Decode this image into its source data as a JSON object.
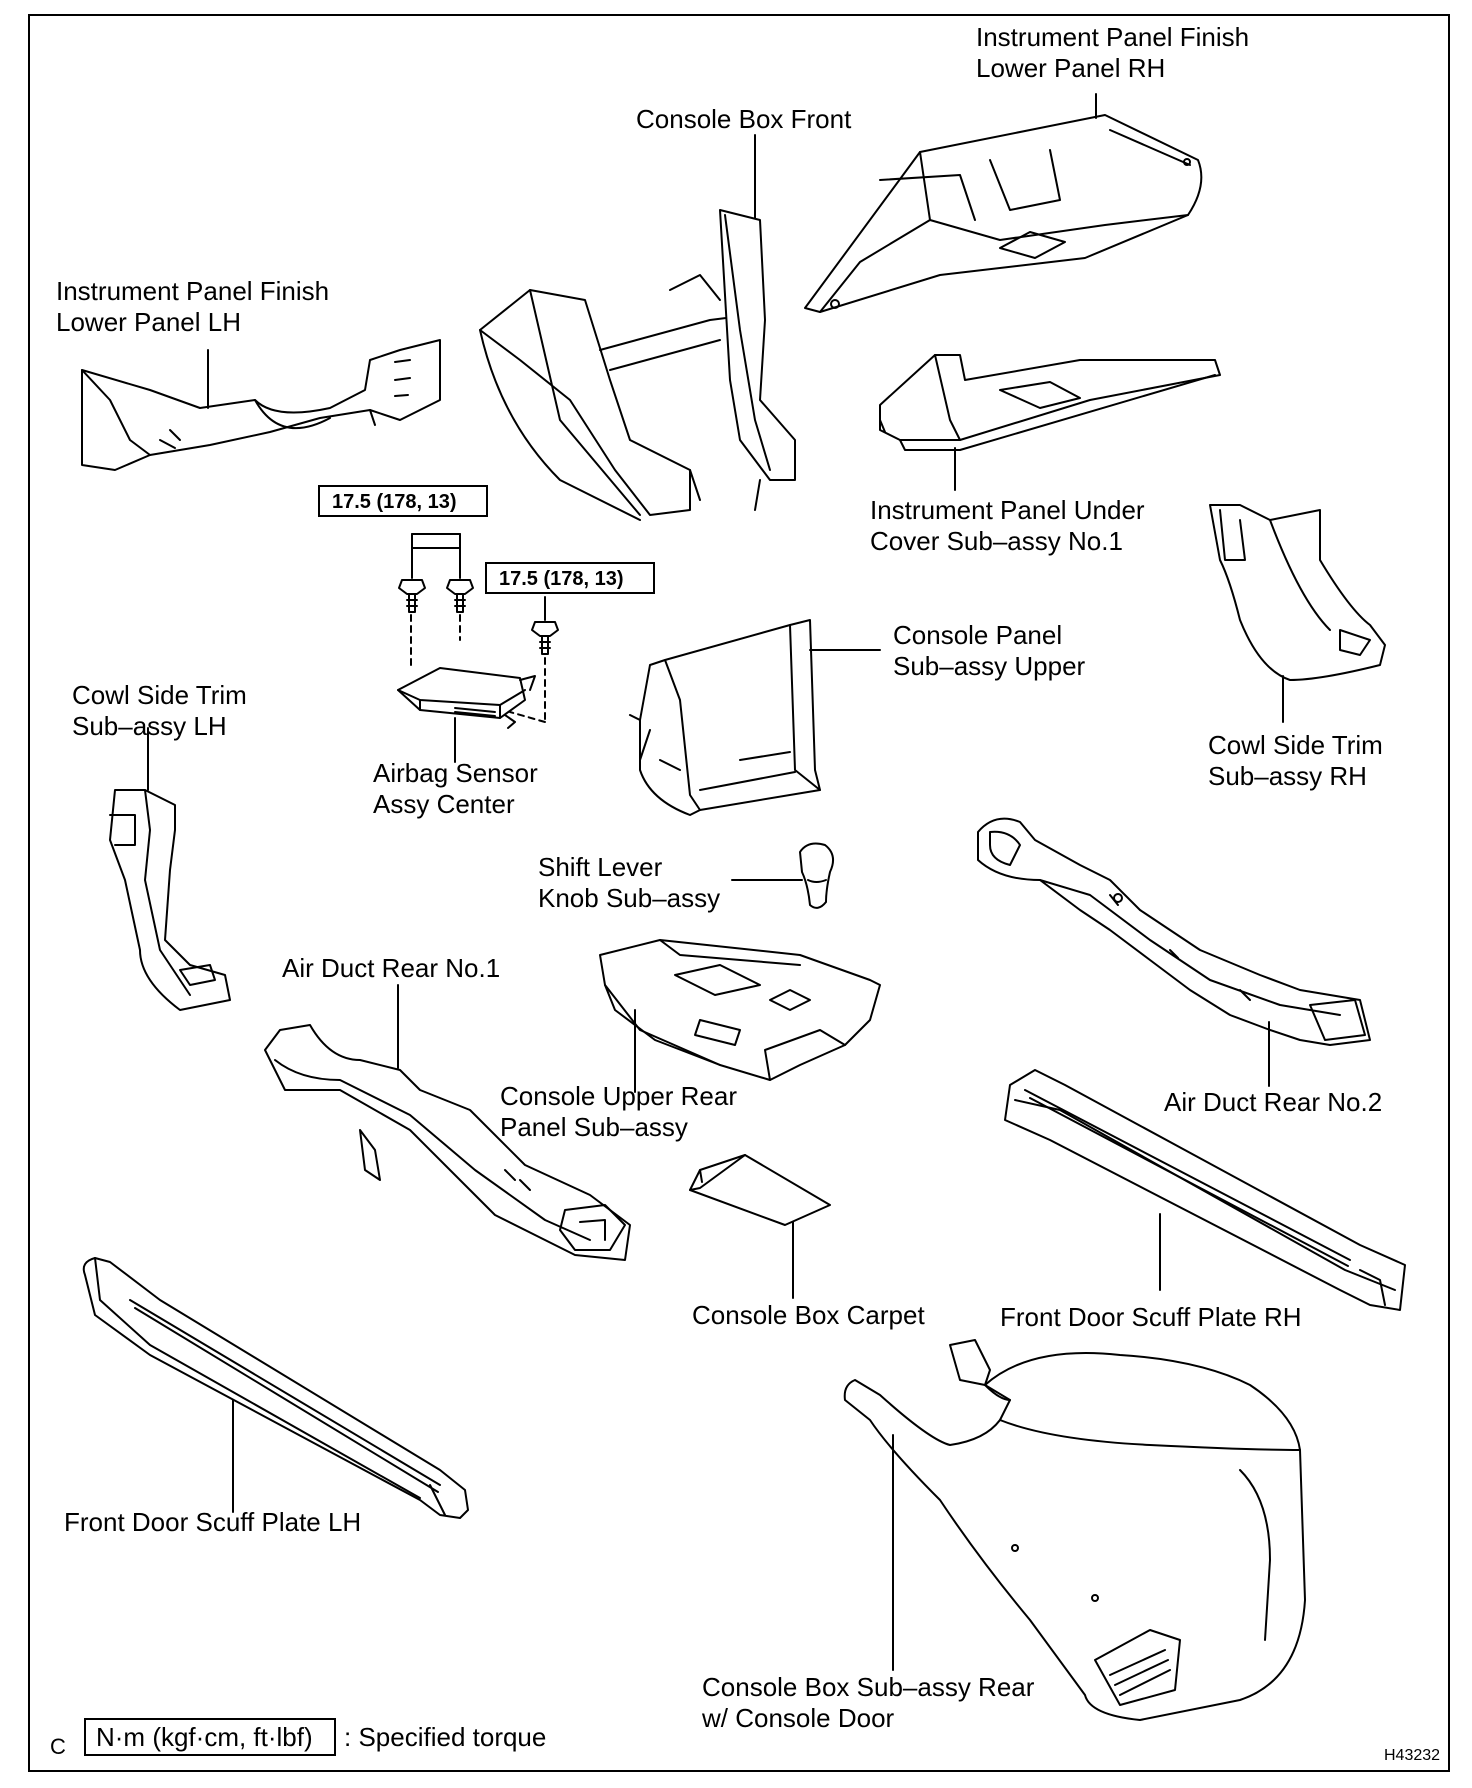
{
  "labels": {
    "ip_finish_lower_rh": "Instrument Panel Finish\nLower Panel RH",
    "console_box_front": "Console Box Front",
    "ip_finish_lower_lh": "Instrument Panel Finish\nLower Panel LH",
    "ip_under_cover": "Instrument Panel Under\nCover Sub–assy No.1",
    "console_panel_upper": "Console Panel\nSub–assy Upper",
    "cowl_side_trim_lh": "Cowl Side Trim\nSub–assy LH",
    "cowl_side_trim_rh": "Cowl Side Trim\nSub–assy RH",
    "airbag_sensor": "Airbag Sensor\nAssy Center",
    "shift_lever_knob": "Shift Lever\nKnob Sub–assy",
    "air_duct_rear_1": "Air Duct Rear No.1",
    "console_upper_rear": "Console Upper Rear\nPanel Sub–assy",
    "air_duct_rear_2": "Air Duct Rear No.2",
    "console_box_carpet": "Console Box Carpet",
    "front_door_scuff_rh": "Front Door Scuff Plate RH",
    "front_door_scuff_lh": "Front Door Scuff Plate LH",
    "console_box_rear": "Console Box Sub–assy Rear\nw/ Console Door"
  },
  "torques": {
    "t1": "17.5 (178, 13)",
    "t2": "17.5 (178, 13)"
  },
  "legend": {
    "letter": "C",
    "unit_box": "N·m (kgf·cm, ft·lbf)",
    "description": ": Specified torque"
  },
  "figure_id": "H43232"
}
